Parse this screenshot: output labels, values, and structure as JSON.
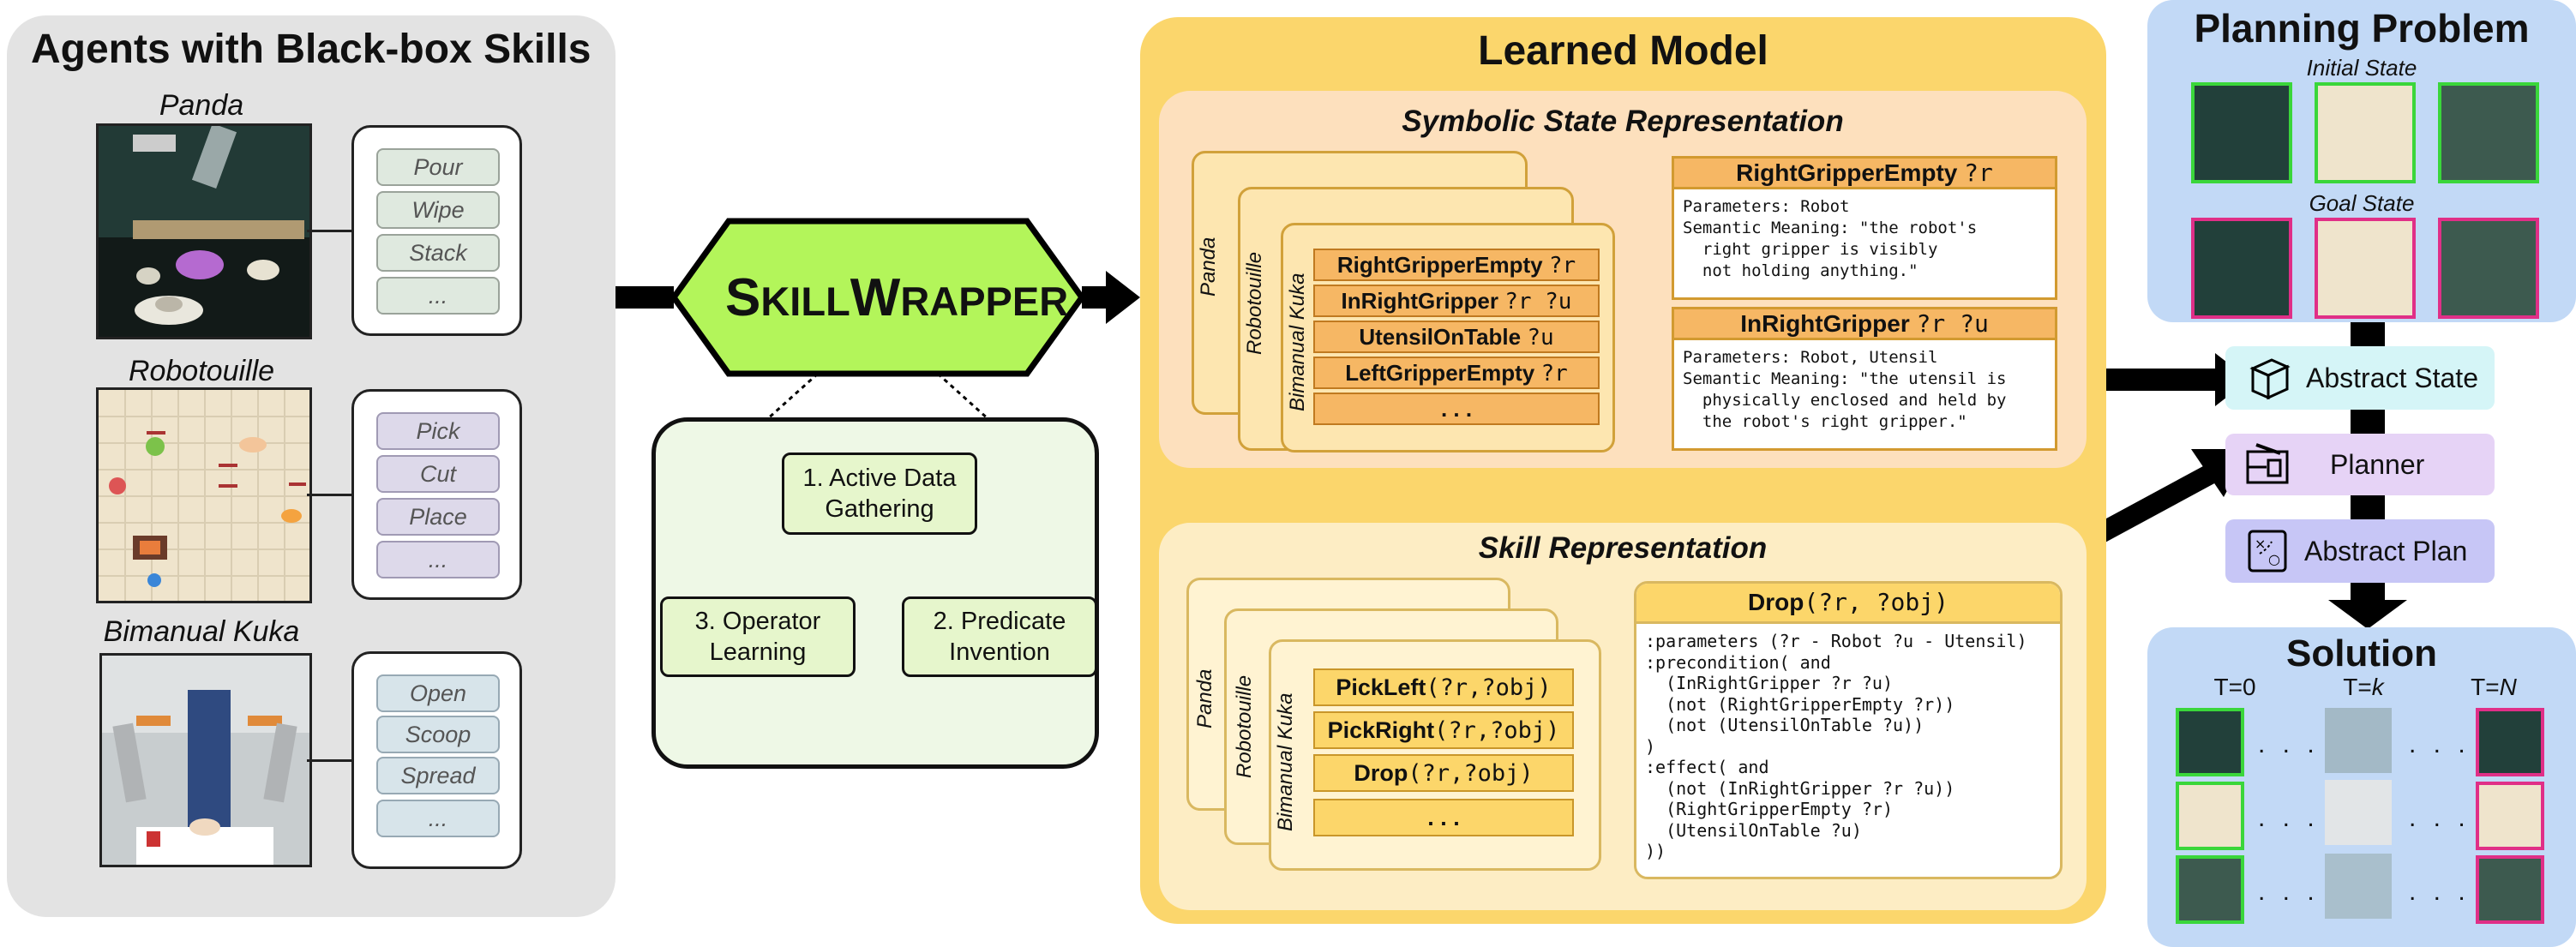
{
  "left": {
    "title": "Agents with Black-box Skills",
    "robots": [
      {
        "name": "Panda",
        "skills": [
          "Pour",
          "Wipe",
          "Stack",
          "..."
        ]
      },
      {
        "name": "Robotouille",
        "skills": [
          "Pick",
          "Cut",
          "Place",
          "..."
        ]
      },
      {
        "name": "Bimanual Kuka",
        "skills": [
          "Open",
          "Scoop",
          "Spread",
          "..."
        ]
      }
    ]
  },
  "wrapper": {
    "logo_s": "S",
    "logo_kill": "KILL",
    "logo_w": "W",
    "logo_rapper": "RAPPER",
    "steps": [
      "1. Active Data Gathering",
      "2. Predicate Invention",
      "3. Operator Learning"
    ]
  },
  "learned_model": {
    "title": "Learned Model",
    "symbolic_title": "Symbolic State Representation",
    "stack_labels": [
      "Panda",
      "Robotouille",
      "Bimanual Kuka"
    ],
    "predicates": [
      {
        "name": "RightGripperEmpty",
        "args": "?r"
      },
      {
        "name": "InRightGripper",
        "args": "?r ?u"
      },
      {
        "name": "UtensilOnTable",
        "args": "?u"
      },
      {
        "name": "LeftGripperEmpty",
        "args": "?r"
      },
      {
        "name": ". . .",
        "args": ""
      }
    ],
    "pred_defs": [
      {
        "name": "RightGripperEmpty",
        "args": "?r",
        "body": "Parameters: Robot\nSemantic Meaning: \"the robot's\n  right gripper is visibly\n  not holding anything.\""
      },
      {
        "name": "InRightGripper",
        "args": "?r ?u",
        "body": "Parameters: Robot, Utensil\nSemantic Meaning: \"the utensil is\n  physically enclosed and held by\n  the robot's right gripper.\""
      }
    ],
    "skill_title": "Skill Representation",
    "skills": [
      {
        "name": "PickLeft",
        "args": "(?r,?obj)"
      },
      {
        "name": "PickRight",
        "args": "(?r,?obj)"
      },
      {
        "name": "Drop",
        "args": "(?r,?obj)"
      },
      {
        "name": ". . .",
        "args": ""
      }
    ],
    "operator": {
      "name": "Drop",
      "args": "(?r, ?obj)",
      "body": ":parameters (?r - Robot ?u - Utensil)\n:precondition( and\n  (InRightGripper ?r ?u)\n  (not (RightGripperEmpty ?r))\n  (not (UtensilOnTable ?u))\n)\n:effect( and\n  (not (InRightGripper ?r ?u))\n  (RightGripperEmpty ?r)\n  (UtensilOnTable ?u)\n))"
    }
  },
  "planning": {
    "title": "Planning Problem",
    "initial_label": "Initial State",
    "goal_label": "Goal State",
    "abstract_state": "Abstract State",
    "planner": "Planner",
    "abstract_plan": "Abstract Plan"
  },
  "solution": {
    "title": "Solution",
    "t0": "T=0",
    "tk_prefix": "T=",
    "tk_var": "k",
    "tn_prefix": "T=",
    "tn_var": "N",
    "ellipsis": ". . ."
  },
  "colors": {
    "green": "#b3f55a",
    "yellow": "#fbd66c",
    "blue": "#c2d9f6",
    "pink": "#e02f87"
  }
}
